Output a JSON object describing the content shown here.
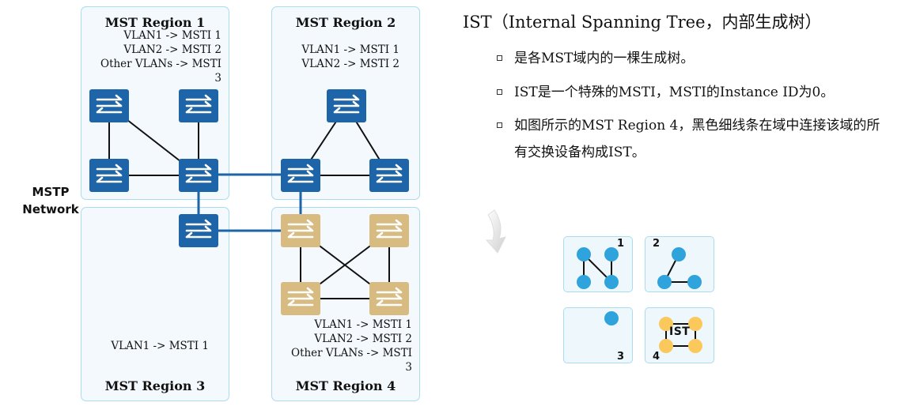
{
  "regions": {
    "r1": {
      "title": "MST Region 1",
      "mapping": "VLAN1 -> MSTI 1\nVLAN2 -> MSTI 2\nOther VLANs -> MSTI\n3"
    },
    "r2": {
      "title": "MST Region 2",
      "mapping": "VLAN1 -> MSTI 1\nVLAN2 -> MSTI 2"
    },
    "r3": {
      "title": "MST Region 3",
      "mapping": "VLAN1 -> MSTI 1"
    },
    "r4": {
      "title": "MST Region 4",
      "mapping": "VLAN1 -> MSTI 1\nVLAN2 -> MSTI 2\nOther VLANs -> MSTI\n3"
    }
  },
  "network_label": {
    "line1": "MSTP",
    "line2": "Network"
  },
  "ist": {
    "title": "IST（Internal Spanning Tree，内部生成树）",
    "bullets": [
      "是各MST域内的一棵生成树。",
      "IST是一个特殊的MSTI，MSTI的Instance ID为0。",
      "如图所示的MST Region 4，黑色细线条在域中连接该域的所有交换设备构成IST。"
    ]
  },
  "mini_regions": {
    "n1": "1",
    "n2": "2",
    "n3": "3",
    "n4": "4",
    "ist_label": "IST"
  },
  "colors": {
    "region_bg": "#f3f9fc",
    "region_border": "#a9dcef",
    "switch_blue": "#1e64a8",
    "switch_gold": "#d8bb80",
    "trunk_link": "#1e64a8",
    "node_blue": "#2ea3dc",
    "node_gold": "#fbc85c"
  },
  "icons": {
    "switch": "switch-icon",
    "node": "node-icon",
    "arrow": "curved-arrow-icon"
  }
}
